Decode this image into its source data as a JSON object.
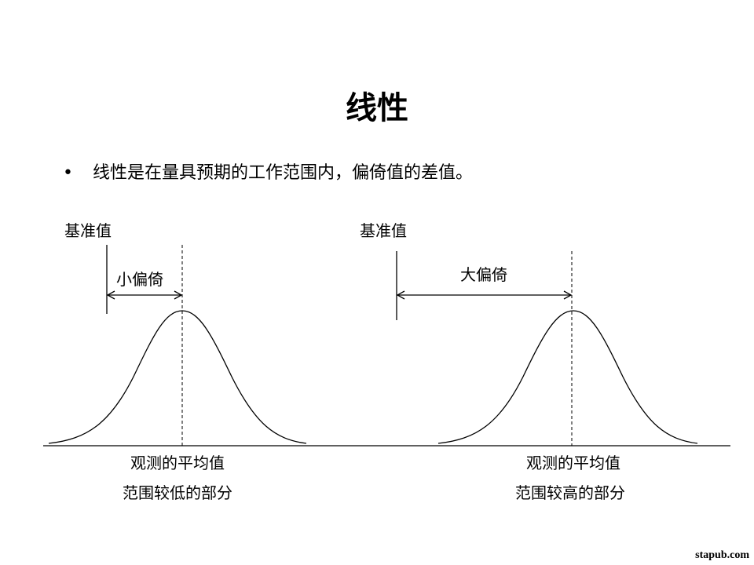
{
  "title": "线性",
  "bullet": {
    "symbol": "•",
    "text": "线性是在量具预期的工作范围内，偏倚值的差值。"
  },
  "diagrams": [
    {
      "reference_label": "基准值",
      "bias_label": "小偏倚",
      "mean_label": "观测的平均值",
      "range_label": "范围较低的部分"
    },
    {
      "reference_label": "基准值",
      "bias_label": "大偏倚",
      "mean_label": "观测的平均值",
      "range_label": "范围较高的部分"
    }
  ],
  "watermark": "stapub.com",
  "colors": {
    "line": "#000000",
    "background": "#ffffff"
  }
}
